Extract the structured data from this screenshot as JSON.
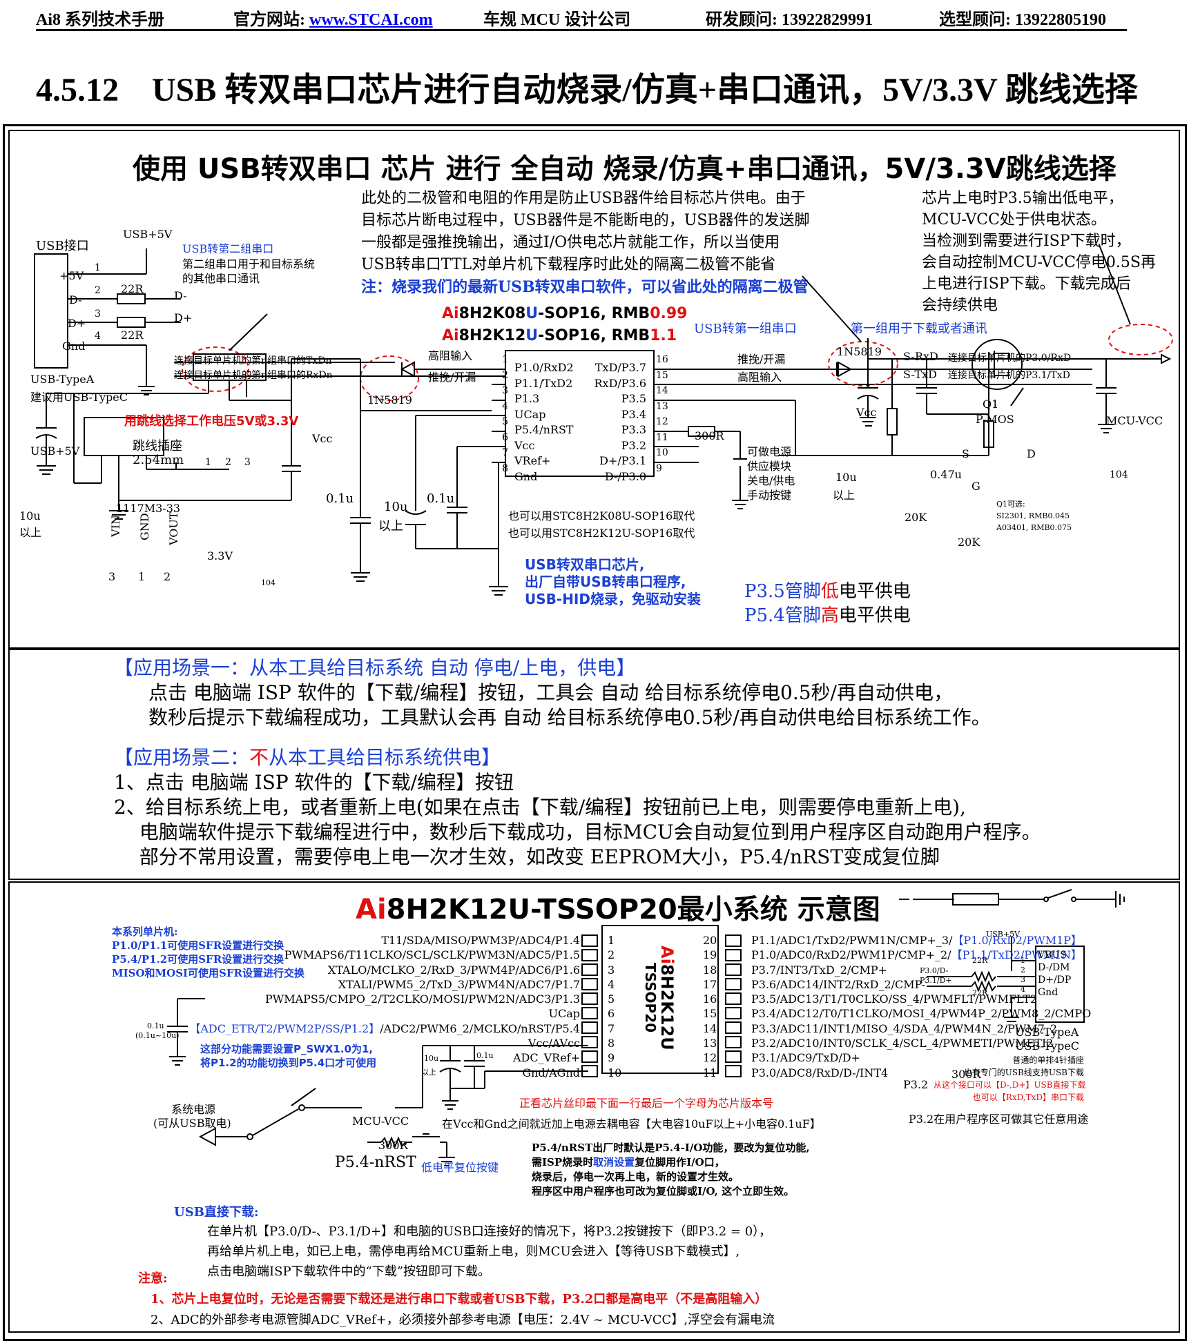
{
  "header": {
    "manual": "Ai8 系列技术手册",
    "site_label": "官方网站: ",
    "site_url": "www.STCAI.com",
    "company": "车规 MCU 设计公司",
    "rd_advisor": "研发顾问: 13922829991",
    "sel_advisor": "选型顾问: 13922805190"
  },
  "section_title": "4.5.12　USB 转双串口芯片进行自动烧录/仿真+串口通讯，5V/3.3V 跳线选择",
  "panel1": {
    "title": "使用 USB转双串口 芯片 进行 全自动 烧录/仿真+串口通讯，5V/3.3V跳线选择",
    "diode_note": [
      "此处的二极管和电阻的作用是防止USB器件给目标芯片供电。由于",
      "目标芯片断电过程中，USB器件是不能断电的，USB器件的发送脚",
      "一般都是强推挽输出，通过I/O供电芯片就能工作，所以当使用",
      "USB转串口TTL对单片机下载程序时此处的隔离二极管不能省"
    ],
    "diode_note_blue": "注：烧录我们的最新USB转双串口软件，可以省此处的隔离二极管",
    "mcu_note": [
      "芯片上电时P3.5输出低电平，",
      "MCU-VCC处于供电状态。",
      "当检测到需要进行ISP下载时，",
      "会自动控制MCU-VCC停电0.5S再",
      "上电进行ISP下载。下载完成后",
      "会持续供电"
    ],
    "usb_port": "USB接口",
    "usb_5v": "USB+5V",
    "usb_pins": [
      "+5V",
      "D-",
      "D+",
      "Gnd"
    ],
    "usb_pin_nums": [
      "1",
      "2",
      "3",
      "4"
    ],
    "res_22r": "22R",
    "dminus": "D-",
    "dplus": "D+",
    "usb_typea": "USB-TypeA",
    "usb_typec": "建议用USB-TypeC",
    "uart2_title": "USB转第二组串口",
    "uart2_desc": [
      "第二组串口用于和目标系统",
      "的其他串口通讯"
    ],
    "conn_txd": "连接目标单片机的第n组串口的TxDn",
    "conn_rxd": "连接目标单片机的第n组串口的RxDn",
    "hiz_in": "高阻输入",
    "pushpull": "推挽/开漏",
    "diode": "1N5819",
    "chip1_a": "Ai",
    "chip1_b": "8H2K08",
    "chip1_c": "U",
    "chip1_d": "-SOP16, RMB",
    "chip1_price": "0.99",
    "chip2_b": "8H2K12",
    "chip2_price": "1.1",
    "left_pins": [
      "P1.0/RxD2",
      "P1.1/TxD2",
      "P1.3",
      "UCap",
      "P5.4/nRST",
      "Vcc",
      "VRef+",
      "Gnd"
    ],
    "left_nums": [
      "1",
      "2",
      "3",
      "4",
      "5",
      "6",
      "7",
      "8"
    ],
    "right_pins": [
      "TxD/P3.7",
      "RxD/P3.6",
      "P3.5",
      "P3.4",
      "P3.3",
      "P3.2",
      "D+/P3.1",
      "D-/P3.0"
    ],
    "right_nums": [
      "16",
      "15",
      "14",
      "13",
      "12",
      "11",
      "10",
      "9"
    ],
    "uart1_title": "USB转第一组串口",
    "uart1_desc": "第一组用于下载或者通讯",
    "pushpull_r": "推挽/开漏",
    "hiz_in_r": "高阻输入",
    "srxd": "S-RxD",
    "stxd": "S-TxD",
    "conn_p30": "连接目标单片机的P3.0/RxD",
    "conn_p31": "连接目标单片机的P3.1/TxD",
    "jumper_title": "用跳线选择工作电压5V或3.3V",
    "jumper_name": "跳线插座",
    "jumper_pitch": "2.54mm",
    "jumper_pins": [
      "1",
      "2",
      "3"
    ],
    "usb5v_2": "USB+5V",
    "vcc": "Vcc",
    "cap10u": "10u",
    "above": "以上",
    "ldo": "1117M3-33",
    "ldo_pins": [
      "VIN",
      "GND",
      "VOUT"
    ],
    "ldo_nums": [
      "3",
      "1",
      "2"
    ],
    "v33": "3.3V",
    "c104": "104",
    "c01u": "0.1u",
    "c10u": "10u",
    "c10u_above": "以上",
    "c01u_b": "0.1u",
    "alt1": "也可以用STC8H2K08U-SOP16取代",
    "alt2": "也可以用STC8H2K12U-SOP16取代",
    "r300": "300R",
    "btn_desc": [
      "可做电源",
      "供应模块",
      "关电/供电",
      "手动按键"
    ],
    "blue_box": [
      "USB转双串口芯片,",
      "出厂自带USB转串口程序,",
      "USB-HID烧录，免驱动安装"
    ],
    "p35_a": "P3.5管脚",
    "p35_b": "低",
    "p35_c": "电平供电",
    "p54_a": "P5.4管脚",
    "p54_b": "高",
    "p54_c": "电平供电",
    "vcc2": "Vcc",
    "cap10u_2": "10u",
    "above_2": "以上",
    "c047": "0.47u",
    "r20k": "20K",
    "r20k_2": "20K",
    "q1": "Q1",
    "pmos": "P-MOS",
    "s": "S",
    "d": "D",
    "g": "G",
    "q1_opt": [
      "Q1可选:",
      "SI2301, RMB0.045",
      "A03401, RMB0.075"
    ],
    "mcu_vcc": "MCU-VCC",
    "c104_2": "104"
  },
  "scenes": {
    "s1_title": "【应用场景一：从本工具给目标系统 自动 停电/上电，供电】",
    "s1_lines": [
      "点击 电脑端 ISP 软件的【下载/编程】按钮，工具会 自动 给目标系统停电0.5秒/再自动供电，",
      "数秒后提示下载编程成功，工具默认会再 自动 给目标系统停电0.5秒/再自动供电给目标系统工作。"
    ],
    "s2_title_a": "【应用场景二：",
    "s2_title_b": "不",
    "s2_title_c": "从本工具给目标系统供电】",
    "s2_lines": [
      "1、点击 电脑端 ISP 软件的【下载/编程】按钮",
      "2、给目标系统上电，或者重新上电(如果在点击【下载/编程】按钮前已上电，则需要停电重新上电),",
      "　 电脑端软件提示下载编程进行中，数秒后下载成功，目标MCU会自动复位到用户程序区自动跑用户程序。",
      "　 部分不常用设置，需要停电上电一次才生效，如改变 EEPROM大小，P5.4/nRST变成复位脚"
    ]
  },
  "panel3": {
    "title_a": "Ai",
    "title_b": "8H2K12U-TSSOP20最小系统 示意图",
    "series_note": [
      "本系列单片机:",
      "P1.0/P1.1可使用SFR设置进行交换",
      "P5.4/P1.2可使用SFR设置进行交换",
      "MISO和MOSI可使用SFR设置进行交换"
    ],
    "left_pins": [
      "T11/SDA/MISO/PWM3P/ADC4/P1.4",
      "PWMAPS6/T11CLKO/SCL/SCLK/PWM3N/ADC5/P1.5",
      "XTALO/MCLKO_2/RxD_3/PWM4P/ADC6/P1.6",
      "XTALI/PWM5_2/TxD_3/PWM4N/ADC7/P1.7",
      "PWMAPS5/CMPO_2/T2CLKO/MOSI/PWM2N/ADC3/P1.3",
      "UCap",
      "/ADC2/PWM6_2/MCLKO/nRST/P5.4",
      "Vcc/AVcc",
      "ADC_VRef+",
      "Gnd/AGnd"
    ],
    "left_nums": [
      "1",
      "2",
      "3",
      "4",
      "5",
      "6",
      "7",
      "8",
      "9",
      "10"
    ],
    "right_pins": [
      "P1.1/ADC1/TxD2/PWM1N/CMP+_3/",
      "P1.0/ADC0/RxD2/PWM1P/CMP+_2/",
      "P3.7/INT3/TxD_2/CMP+",
      "P3.6/ADC14/INT2/RxD_2/CMP-",
      "P3.5/ADC13/T1/T0CLKO/SS_4/PWMFLT/PWMFLT2",
      "P3.4/ADC12/T0/T1CLKO/MOSI_4/PWM4P_2/PWM8_2/CMPO",
      "P3.3/ADC11/INT1/MISO_4/SDA_4/PWM4N_2/PWM7_2",
      "P3.2/ADC10/INT0/SCLK_4/SCL_4/PWMETI/PWMETI2",
      "P3.1/ADC9/TxD/D+",
      "P3.0/ADC8/RxD/D-/INT4"
    ],
    "right_nums": [
      "20",
      "19",
      "18",
      "17",
      "16",
      "15",
      "14",
      "13",
      "12",
      "11"
    ],
    "right_blue_1": "【P1.0/RxD2/PWM1P】",
    "right_blue_2": "【P1.1/TxD2/PWM1N】",
    "chip_red": "Ai",
    "chip_name": "8H2K12U",
    "chip_pkg": "TSSOP20",
    "p12_blue": "【ADC_ETR/T2/PWM2P/SS/P1.2】",
    "swx_note": [
      "这部分功能需要设置P_SWX1.0为1,",
      "将P1.2的功能切换到P5.4口才可使用"
    ],
    "cap01u": "0.1u",
    "cap01u_range": "(0.1u~10u)",
    "cap10u": "10u",
    "above": "以上",
    "cap01u_b": "0.1u",
    "version_note": "正看芯片丝印最下面一行最后一个字母为芯片版本号",
    "decouple_note": "在Vcc和Gnd之间就近加上电源去耦电容【大电容10uF以上+小电容0.1uF】",
    "sys_power": "系统电源",
    "sys_power2": "(可从USB取电)",
    "mcu_vcc": "MCU-VCC",
    "p32": "P3.2",
    "r300": "300R",
    "p32_note": "P3.2在用户程序区可做其它任意用途",
    "r300_b": "300R",
    "p54nrst": "P5.4-nRST",
    "reset_btn": "低电平复位按键",
    "reset_note_1a": "P5.4/nRST出厂时默认是P5.4-I/O功能，要改为复位功能,",
    "reset_note_2a": "需ISP烧录时",
    "reset_note_2b": "取消设置",
    "reset_note_2c": "复位脚用作I/O口，",
    "reset_note_3": "烧录后，停电一次再上电，新的设置才生效。",
    "reset_note_4": "程序区中用户程序也可改为复位脚或I/O, 这个立即生效。",
    "usb_dl": "USB直接下载:",
    "usb_dl_lines": [
      "在单片机【P3.0/D-、P3.1/D+】和电脑的USB口连接好的情况下，将P3.2按键按下（即P3.2 = 0），",
      "再给单片机上电，如已上电，需停电再给MCU重新上电，则MCU会进入【等待USB下载模式】,",
      "点击电脑端ISP下载软件中的“下载”按钮即可下载。"
    ],
    "notice": "注意:",
    "notice1": "1、芯片上电复位时，无论是否需要下载还是进行串口下载或者USB下载，P3.2口都是高电平（不是高阻输入）",
    "notice2": "2、ADC的外部参考电源管脚ADC_VRef+，必须接外部参考电源【电压：2.4V ~ MCU-VCC】,浮空会有漏电流",
    "usb_5v": "USB+5V",
    "usb_pins": [
      "VBUS",
      "D-/DM",
      "D+/DP",
      "Gnd"
    ],
    "usb_nums": [
      "1",
      "2",
      "3",
      "4"
    ],
    "p30d": "P3.0/D-",
    "p31d": "P3.1/D+",
    "r22": "22R",
    "r22b": "22R",
    "usb_a": "USB-TypeA",
    "usb_c": "USB-TypeC",
    "usb_hdr1": "普通的单排4针插座",
    "usb_hdr2": "也有专门的USB线支持USB下载",
    "usb_hdr3": "从这个接口可以【D-,D+】USB直接下载",
    "usb_hdr4": "也可以【RxD,TxD】串口下载"
  }
}
